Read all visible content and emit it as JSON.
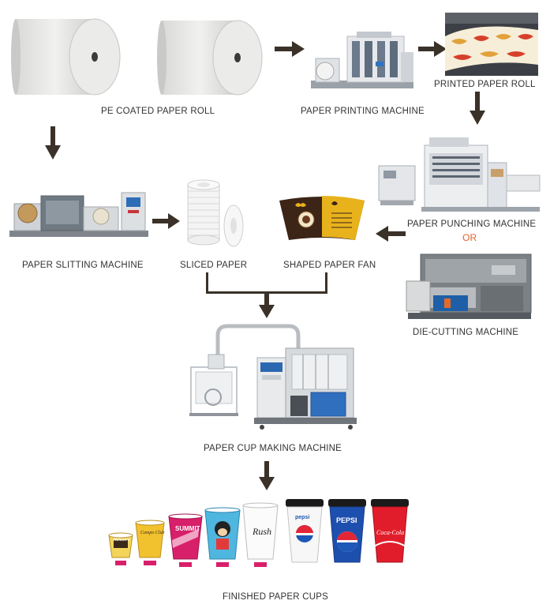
{
  "labels": {
    "pe_coated_paper_roll": "PE COATED PAPER ROLL",
    "paper_printing_machine": "PAPER PRINTING MACHINE",
    "printed_paper_roll": "PRINTED PAPER ROLL",
    "paper_punching_machine": "PAPER PUNCHING MACHINE",
    "or": "OR",
    "die_cutting_machine": "DIE-CUTTING MACHINE",
    "paper_slitting_machine": "PAPER SLITTING MACHINE",
    "sliced_paper": "SLICED PAPER",
    "shaped_paper_fan": "SHAPED PAPER FAN",
    "paper_cup_making_machine": "PAPER CUP MAKING MACHINE",
    "finished_paper_cups": "FINISHED PAPER CUPS"
  },
  "cups": {
    "cup1_brand": "Nelson's",
    "cup2_brand": "Campo Club",
    "cup3_brand": "SUMMIT",
    "cup5_brand": "Rush",
    "pepsi_brand": "PEPSI",
    "pepsi_cup1_brand": "pepsi",
    "coke_brand": "Coca-Cola"
  },
  "colors": {
    "arrow": "#3a3128",
    "or_text": "#e8622a",
    "accent_pink": "#d81f6a"
  }
}
